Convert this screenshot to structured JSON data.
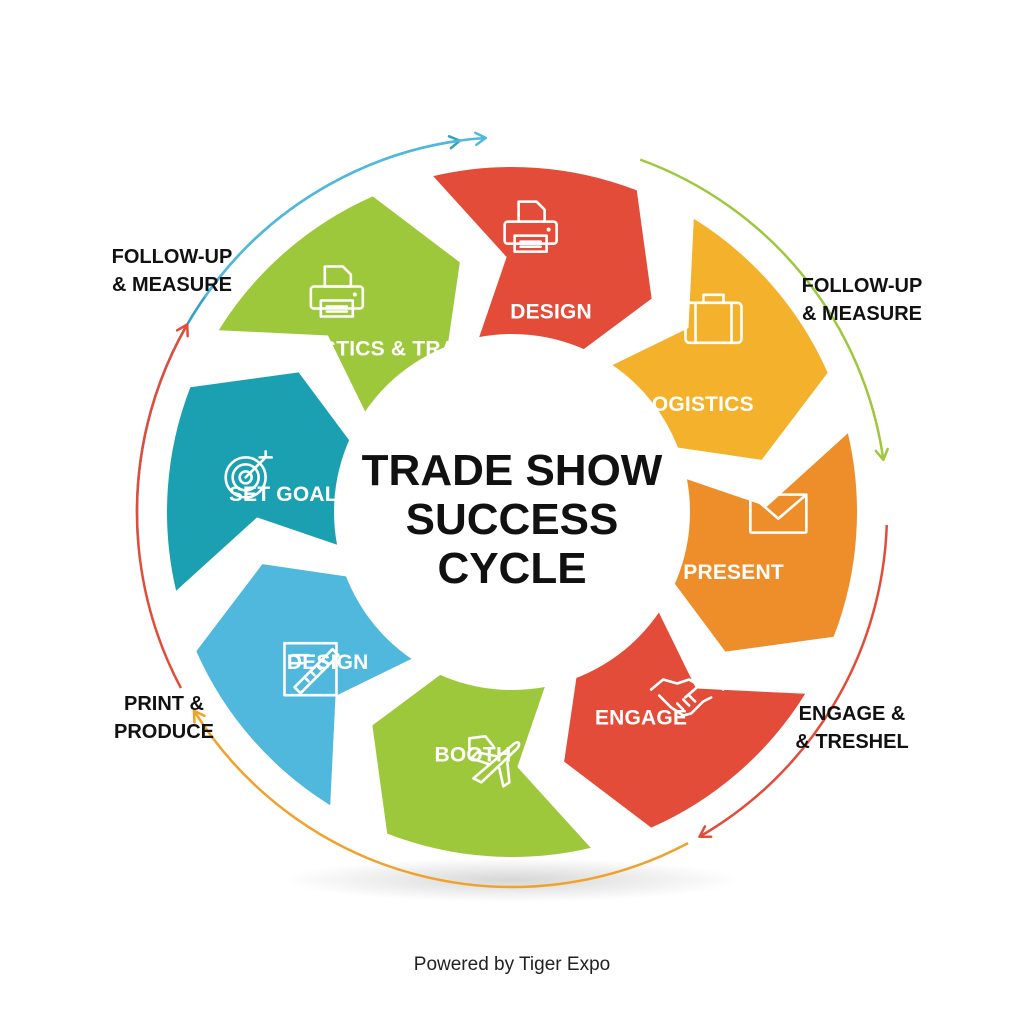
{
  "center": {
    "title_lines": [
      "TRADE SHOW",
      "SUCCESS",
      "CYCLE"
    ]
  },
  "segments": [
    {
      "label": "SET GOALS",
      "color": "#1ba0b2",
      "icon": "target-icon"
    },
    {
      "label": "LOGISTICS & TRAVEL",
      "color": "#9ec83b",
      "icon": "printer-icon"
    },
    {
      "label": "DESIGN",
      "color": "#e24c38",
      "icon": "printer-icon"
    },
    {
      "label": "LOGISTICS",
      "color": "#f4b12b",
      "icon": "suitcase-icon"
    },
    {
      "label": "PRESENT",
      "color": "#ee8e2a",
      "icon": "envelope-icon"
    },
    {
      "label": "ENGAGE",
      "color": "#e24c38",
      "icon": "handshake-icon"
    },
    {
      "label": "BOOTH",
      "color": "#9ec83b",
      "icon": "airplane-icon"
    },
    {
      "label": "DESIGN",
      "color": "#4fb8dc",
      "icon": "design-ruler-icon"
    }
  ],
  "outer_labels": [
    {
      "lines": [
        "FOLLOW-UP",
        "& MEASURE"
      ]
    },
    {
      "lines": [
        "FOLLOW-UP",
        "& MEASURE"
      ]
    },
    {
      "lines": [
        "ENGAGE &",
        "& TRESHEL"
      ]
    },
    {
      "lines": [
        "PRINT &",
        "PRODUCE"
      ]
    }
  ],
  "arrow_colors": [
    "#2ea3c4",
    "#9ec83b",
    "#e24c38",
    "#f0a22a",
    "#e24c38",
    "#4fb8dc"
  ],
  "footer": {
    "text": "Powered by Tiger Expo"
  }
}
